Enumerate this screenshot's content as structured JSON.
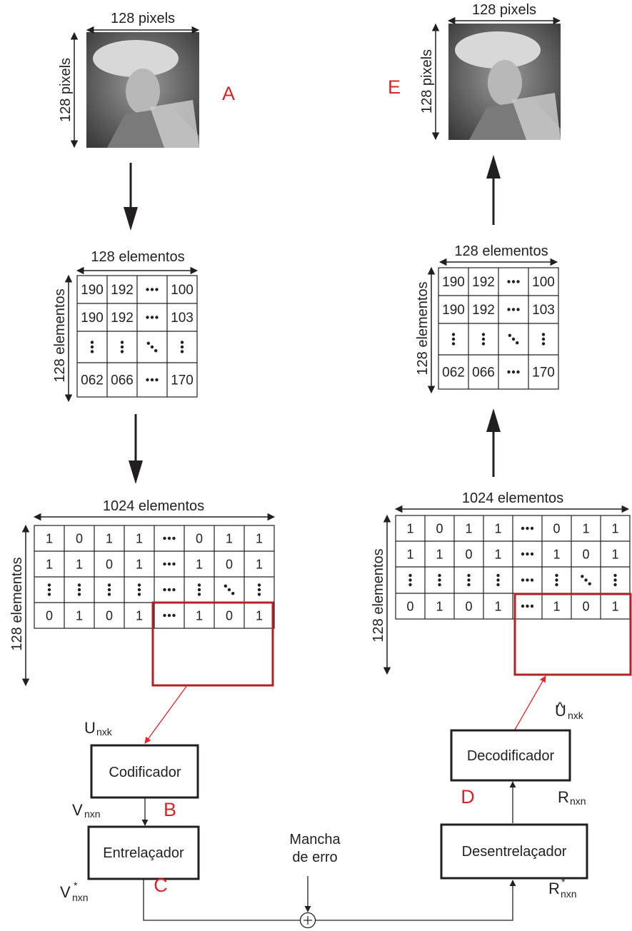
{
  "labels": {
    "pixels": "128 pixels",
    "elementos128": "128 elementos",
    "elementos1024": "1024 elementos",
    "codificador": "Codificador",
    "entrelacador": "Entrelaçador",
    "desentrelacador": "Desentrelaçador",
    "decodificador": "Decodificador",
    "mancha_line1": "Mancha",
    "mancha_line2": "de erro",
    "A": "A",
    "B": "B",
    "C": "C",
    "D": "D",
    "E": "E"
  },
  "symbols": {
    "U": {
      "base": "U",
      "sub": "nxk"
    },
    "V": {
      "base": "V",
      "sub": "nxn"
    },
    "Vstar": {
      "base": "V",
      "sup": "*",
      "sub": "nxn"
    },
    "Rstar": {
      "base": "R",
      "sup": "*",
      "sub": "nxn"
    },
    "R": {
      "base": "R",
      "sub": "nxn"
    },
    "Uhat": {
      "base": "U",
      "hat": "^",
      "sub": "nxk"
    }
  },
  "pixel_matrix": {
    "rows": [
      [
        "190",
        "192",
        "hdots",
        "100"
      ],
      [
        "190",
        "192",
        "hdots",
        "103"
      ],
      [
        "vdots",
        "vdots",
        "ddots",
        "vdots"
      ],
      [
        "062",
        "066",
        "hdots",
        "170"
      ]
    ]
  },
  "bit_matrix": {
    "rows": [
      [
        "1",
        "0",
        "1",
        "1",
        "hdots",
        "0",
        "1",
        "1"
      ],
      [
        "1",
        "1",
        "0",
        "1",
        "hdots",
        "1",
        "0",
        "1"
      ],
      [
        "vdots",
        "vdots",
        "vdots",
        "vdots",
        "hdots",
        "vdots",
        "ddots",
        "vdots"
      ],
      [
        "0",
        "1",
        "0",
        "1",
        "hdots",
        "1",
        "0",
        "1"
      ]
    ]
  },
  "colors": {
    "ink": "#231f20",
    "accent": "#d7262b",
    "highlight_box": "#b52025"
  }
}
